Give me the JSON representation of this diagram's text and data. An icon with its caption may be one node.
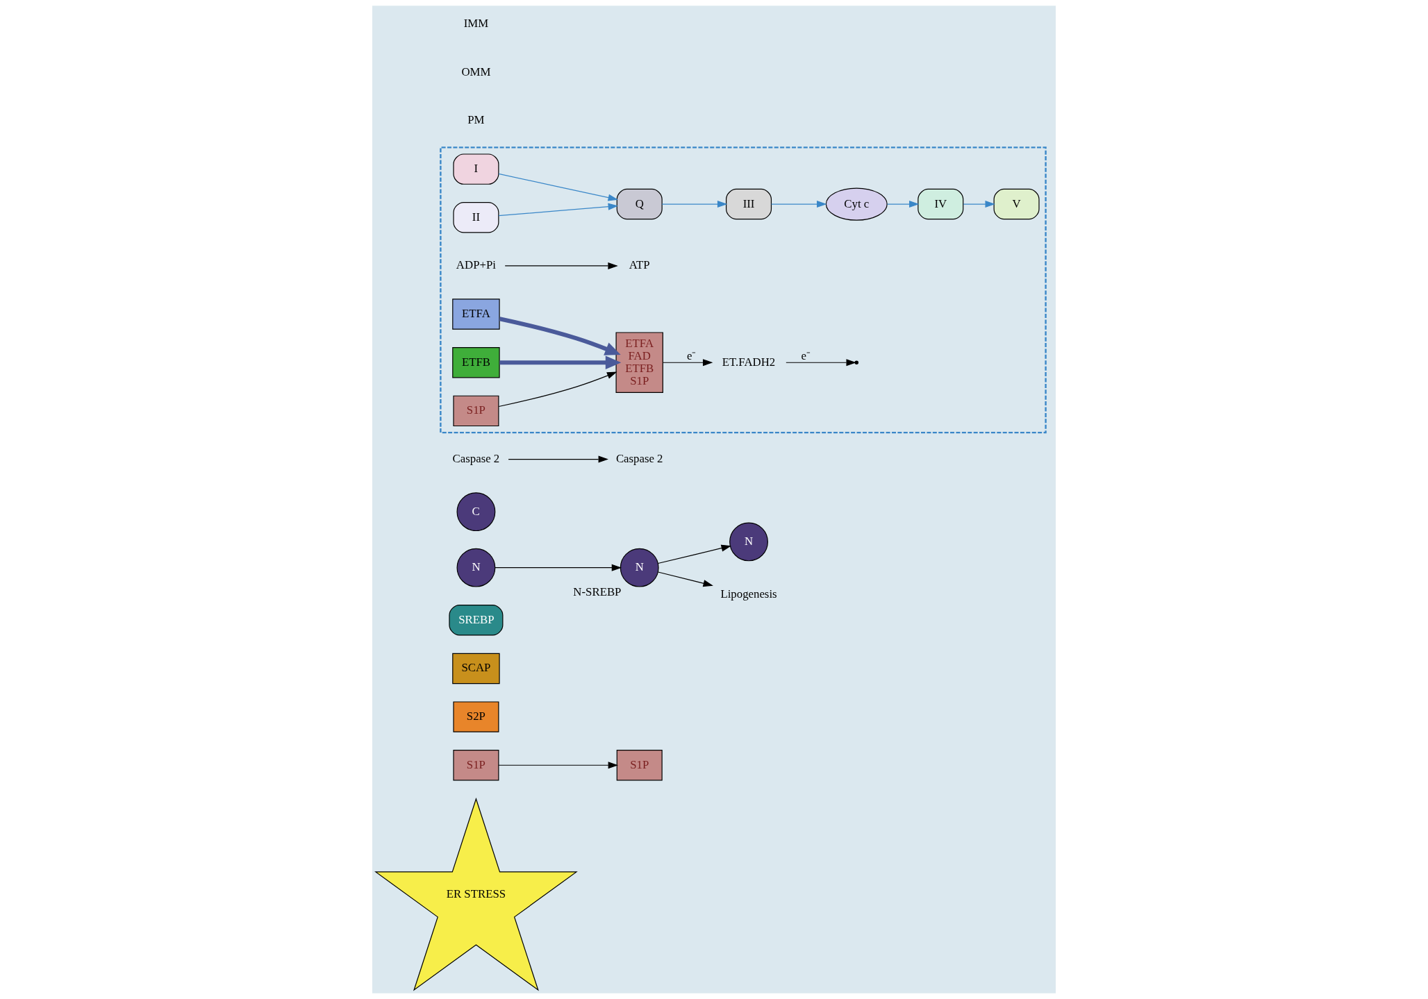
{
  "diagram": {
    "nodes": [
      {
        "text": [
          "ER STRESS"
        ]
      },
      {
        "text": [
          "S1P"
        ]
      },
      {
        "text": [
          "S1P"
        ]
      },
      {
        "text": [
          "S2P"
        ]
      },
      {
        "text": [
          "SCAP"
        ]
      },
      {
        "text": [
          "SREBP"
        ]
      },
      {
        "text": [
          "N"
        ]
      },
      {
        "text": [
          "C"
        ]
      },
      {
        "text": [
          "Caspase 2"
        ]
      },
      {
        "text": [
          "N"
        ],
        "beside": [
          "N-SREBP"
        ]
      },
      {
        "text": [
          "N"
        ]
      },
      {
        "text": [
          "Caspase 2"
        ]
      },
      {
        "text": [
          "Lipogenesis"
        ]
      },
      {
        "text": [],
        "shape": "box"
      },
      {
        "text": [
          "I"
        ],
        "in": 13
      },
      {
        "text": [
          "II"
        ],
        "in": 13
      },
      {
        "text": [
          "Q"
        ],
        "in": 13
      },
      {
        "text": [
          "III"
        ],
        "in": 13
      },
      {
        "text": [
          "Cyt c"
        ],
        "in": 13
      },
      {
        "text": [
          "IV"
        ],
        "in": 13
      },
      {
        "text": [
          "V"
        ],
        "in": 13
      },
      {
        "text": [
          "ATP"
        ],
        "in": 13
      },
      {
        "text": [
          "ADP+Pi"
        ],
        "in": 13
      },
      {
        "text": [
          "ET.FADH2"
        ],
        "in": 13
      },
      {
        "text": [
          "ETFA",
          "FAD",
          "ETFB",
          "S1P"
        ],
        "in": 13
      },
      {
        "text": [
          "ETFA"
        ],
        "in": 13
      },
      {
        "text": [
          "ETFB"
        ],
        "in": 13
      },
      {
        "text": [
          "S1P"
        ],
        "in": 13
      }
    ],
    "edges": [
      {
        "from": 1,
        "to": 2,
        "arrow": "to"
      },
      {
        "from": 11,
        "to": 8,
        "arrow": "to"
      },
      {
        "from": 6,
        "to": 9,
        "arrow": "to"
      },
      {
        "from": 9,
        "to": 10,
        "arrow": "to"
      },
      {
        "from": 9,
        "to": 12,
        "arrow": "to"
      },
      {
        "from": 14,
        "to": 16,
        "arrow": "to",
        "color": "#3a87c8"
      },
      {
        "from": 15,
        "to": 16,
        "arrow": "to",
        "color": "#3a87c8"
      },
      {
        "from": 16,
        "to": 17,
        "arrow": "to",
        "color": "#3a87c8"
      },
      {
        "from": 17,
        "to": 18,
        "arrow": "to",
        "color": "#3a87c8"
      },
      {
        "from": 18,
        "to": 19,
        "arrow": "to",
        "color": "#3a87c8"
      },
      {
        "from": 19,
        "to": 20,
        "arrow": "to",
        "color": "#3a87c8"
      },
      {
        "from": 22,
        "to": 21,
        "arrow": "to"
      },
      {
        "from": 23,
        "to": null,
        "arrow": "to",
        "label": "e⁻"
      },
      {
        "from": 24,
        "to": 23,
        "arrow": "to",
        "label": "e⁻"
      },
      {
        "from": 25,
        "to": 24,
        "arrow": "to",
        "style": "thick",
        "color": "#4a5a9a"
      },
      {
        "from": 26,
        "to": 24,
        "arrow": "to",
        "style": "thick",
        "color": "#4a5a9a"
      },
      {
        "from": 27,
        "to": 24,
        "arrow": "to"
      }
    ],
    "labels": [
      "PM",
      "OMM",
      "IMM"
    ]
  }
}
